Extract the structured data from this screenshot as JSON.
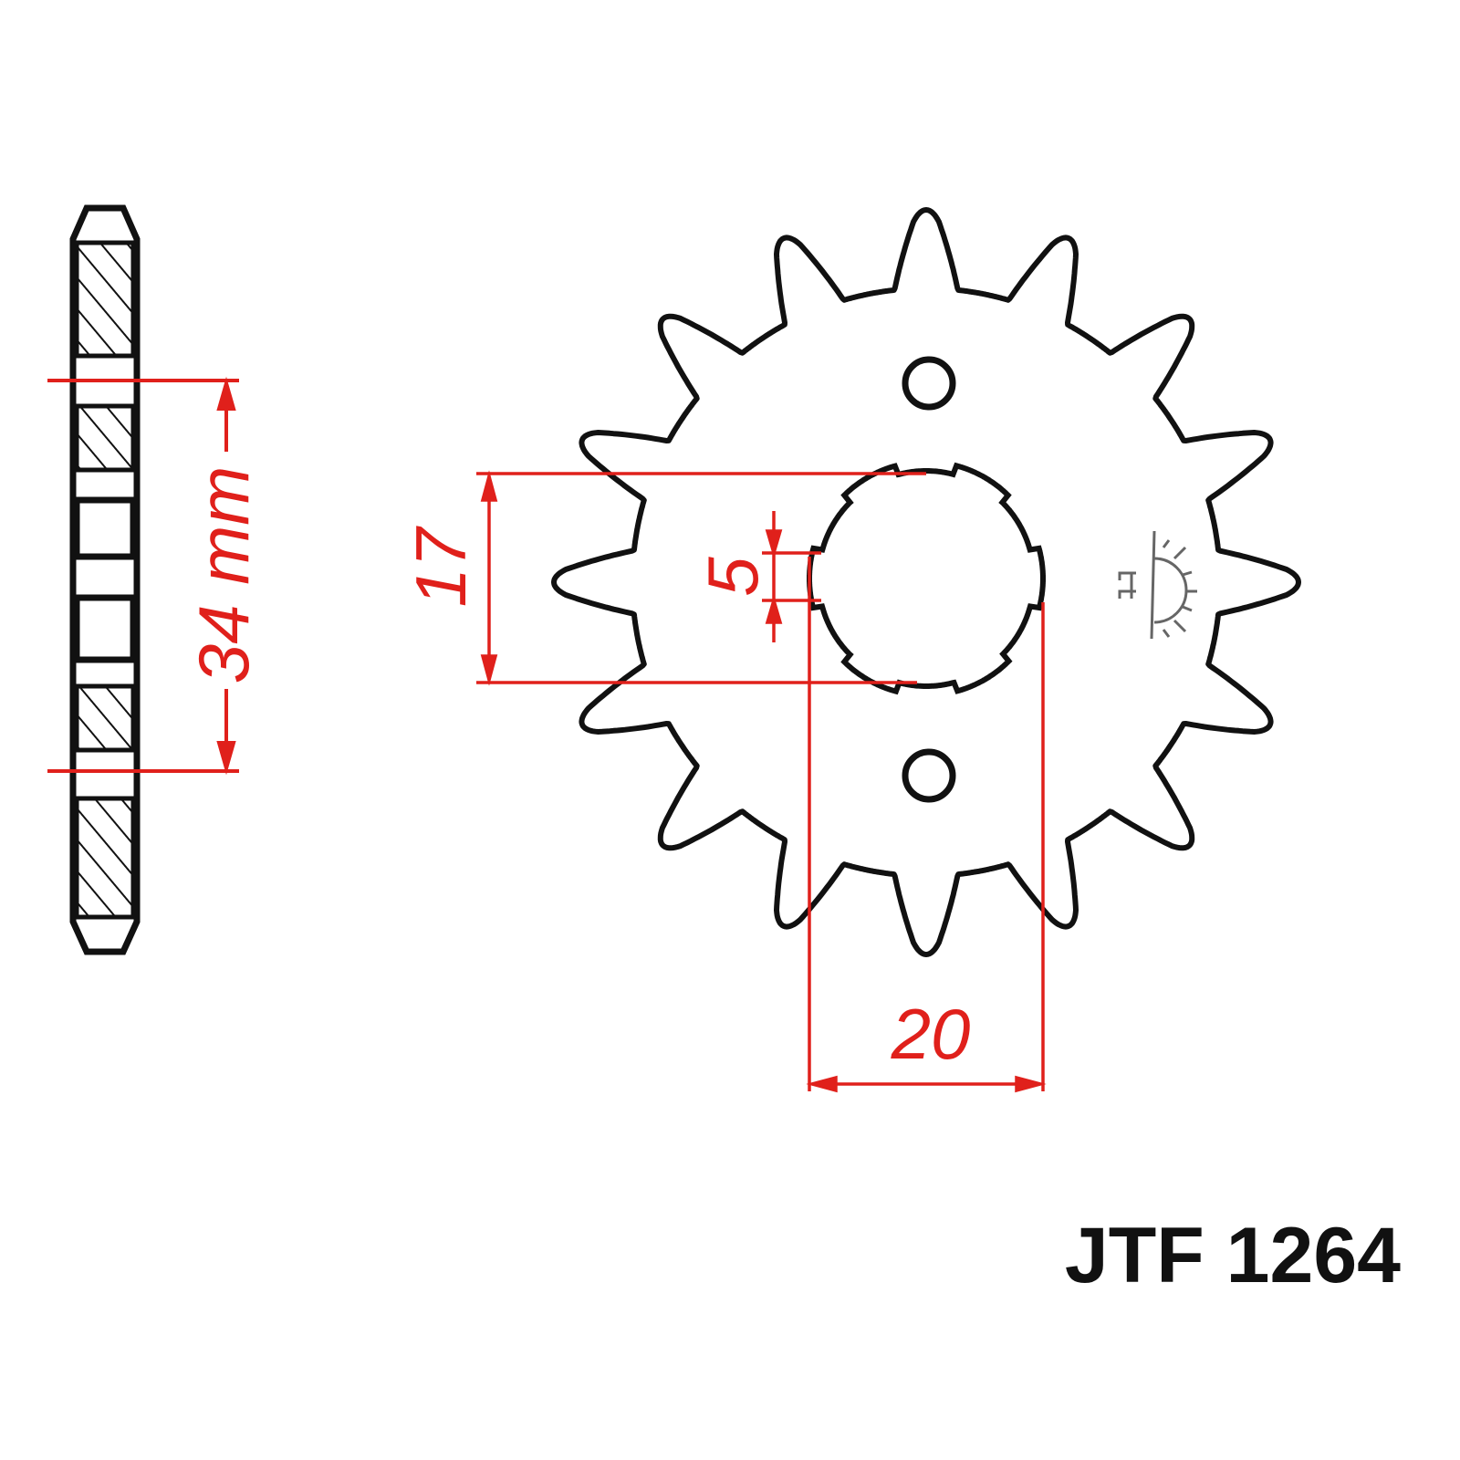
{
  "part_number": "JTF 1264",
  "dimensions": {
    "pitch_diameter_label": "34 mm",
    "bore_height_label": "17",
    "key_width_label": "5",
    "bore_width_label": "20"
  },
  "sprocket": {
    "teeth": 16
  },
  "colors": {
    "outline": "#111111",
    "dimension": "#e0201b",
    "symbol": "#666666"
  },
  "symbol_icon": "sun-face-icon"
}
